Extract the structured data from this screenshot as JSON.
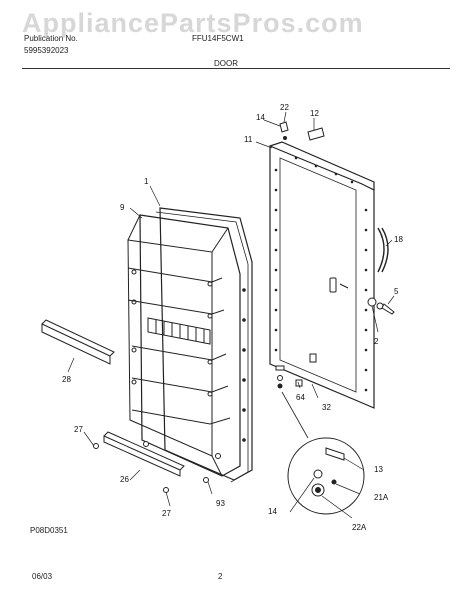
{
  "watermark": "AppliancePartsPros.com",
  "header": {
    "publication": "Publication No.",
    "part_number": "5995392023",
    "model": "FFU14F5CW1",
    "section": "DOOR"
  },
  "callouts": {
    "c1": "1",
    "c9": "9",
    "c14a": "14",
    "c22a": "22",
    "c12": "12",
    "c11": "11",
    "c18": "18",
    "c5": "5",
    "c2": "2",
    "c28": "28",
    "c64": "64",
    "c32": "32",
    "c27a": "27",
    "c26": "26",
    "c93": "93",
    "c27b": "27",
    "c13": "13",
    "c21A": "21A",
    "c14b": "14",
    "c22A": "22A"
  },
  "footer": {
    "figure": "P08D0351",
    "date": "06/03",
    "page": "2"
  }
}
